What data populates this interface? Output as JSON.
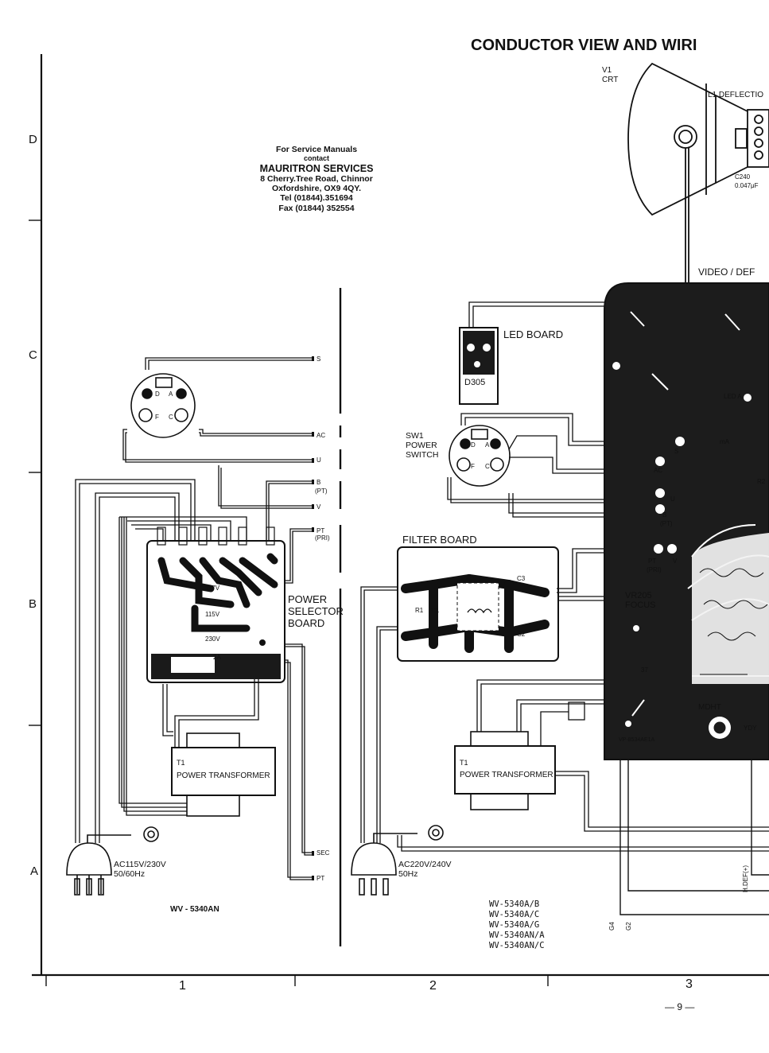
{
  "title": "CONDUCTOR VIEW AND WIRI",
  "page_number": "— 9 —",
  "grid": {
    "rows": [
      "D",
      "C",
      "B",
      "A"
    ],
    "cols": [
      "1",
      "2",
      "3"
    ]
  },
  "service_notice": {
    "line1": "For Service Manuals",
    "line2": "contact",
    "line3": "MAURITRON SERVICES",
    "line4": "8 Cherry.Tree Road, Chinnor",
    "line5": "Oxfordshire, OX9 4QY.",
    "line6": "Tel (01844).351694",
    "line7": "Fax (01844) 352554"
  },
  "left_section": {
    "model": "WV - 5340AN",
    "connectors": {
      "s": "S",
      "ac": "AC",
      "u": "U",
      "b": "B",
      "b_sub": "(PT)",
      "v": "V",
      "pt": "PT",
      "pt_sub": "(PRI)",
      "sec": "SEC",
      "pt2": "PT"
    },
    "power_selector": {
      "l1": "POWER",
      "l2": "SELECTOR",
      "l3": "BOARD",
      "v117": "117V",
      "v115": "115V",
      "v230": "230V",
      "fuse": "2A"
    },
    "transformer": {
      "l1": "T1",
      "l2": "POWER TRANSFORMER"
    },
    "plug": {
      "l1": "AC115V/230V",
      "l2": "50/60Hz"
    }
  },
  "middle_section": {
    "models": [
      "WV-5340A/B",
      "WV-5340A/C",
      "WV-5340A/G",
      "WV-5340AN/A",
      "WV-5340AN/C"
    ],
    "led_board": {
      "label": "LED BOARD",
      "ref": "D305"
    },
    "switch": {
      "l1": "SW1",
      "l2": "POWER",
      "l3": "SWITCH"
    },
    "filter_board": {
      "label": "FILTER BOARD",
      "r1": "R1",
      "c1": "C1",
      "l1": "L1",
      "c2": "C2",
      "c3": "C3"
    },
    "transformer": {
      "l1": "T1",
      "l2": "POWER TRANSFORMER"
    },
    "plug": {
      "l1": "AC220V/240V",
      "l2": "50Hz"
    }
  },
  "right_section": {
    "crt": {
      "l1": "V1",
      "l2": "CRT"
    },
    "deflection": "L1 DEFLECTIO",
    "capacitor": {
      "ref": "C240",
      "value": "0.047μF"
    },
    "video_board": "VIDEO / DEF",
    "board_labels": {
      "led_a": "LED A",
      "s": "S",
      "ac": "AC",
      "u": "U",
      "b": "B",
      "pt": "(PT)",
      "pt_pri1": "PT",
      "pt_pri2": "(PRI)",
      "v": "V",
      "focus1": "VR205",
      "focus2": "FOCUS",
      "ma": "mA",
      "mdht": "MDHT",
      "part_no": "VP-8534AE1A",
      "hdef": "H.DEF(+)",
      "g4": "G4",
      "g2": "G2",
      "r2": "R2",
      "ref37": "37",
      "yd": "YDY"
    }
  }
}
